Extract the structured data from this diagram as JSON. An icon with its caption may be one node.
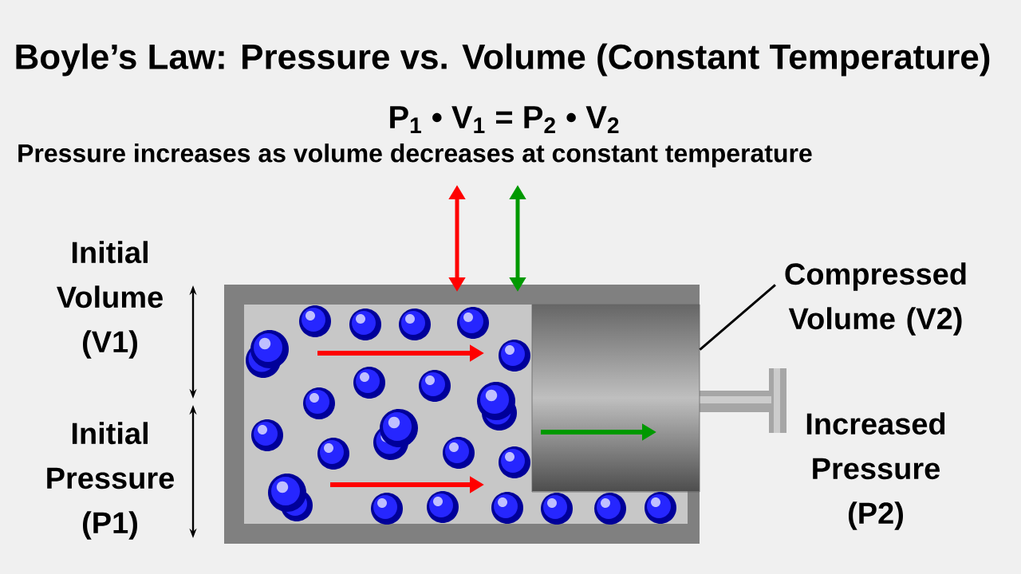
{
  "diagram": {
    "title": "Boyle’s Law: Pressure vs. Volume (Constant Temperature)",
    "nodes": [
      {
        "text": [
          "Compressed Volume (V2)"
        ]
      },
      {
        "text": [],
        "shape": "box"
      }
    ],
    "edges": [
      {
        "from": 0,
        "to": 1,
        "arrow": "none"
      }
    ],
    "labels": [
      "P$_{1}$ • V$_{1}$ = P$_{2}$ • V$_{2}$",
      "Pressure increases as volume decreases at constant temperature",
      "Initial Volume (V1)",
      "Initial Pressure (P1)",
      "Increased Pressure (P2)"
    ]
  }
}
